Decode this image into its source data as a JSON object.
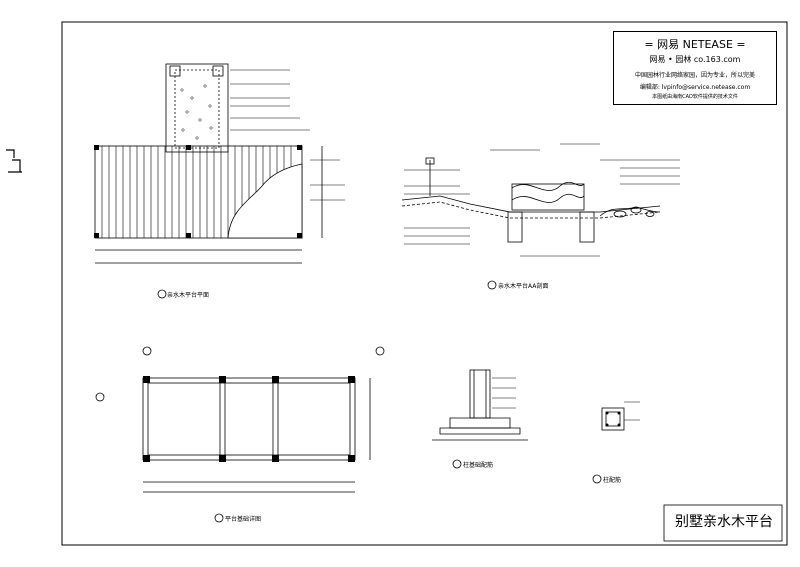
{
  "title_block": {
    "main_title": "别墅亲水木平台"
  },
  "watermark": {
    "line1": "= 网易 NETEASE =",
    "line2": "网易 • 园林    co.163.com",
    "line3": "中国园林行业网络家园，因为专业，所以完美",
    "line4": "编辑部: lvpinfo@service.netease.com",
    "line5": "本图纸由海南CAD软件提供的技术文件"
  },
  "views": [
    {
      "id": "1",
      "caption": "亲水木平台平面"
    },
    {
      "id": "2",
      "caption": "亲水木平台AA剖面"
    },
    {
      "id": "3",
      "caption": "平台基础详图"
    },
    {
      "id": "4",
      "caption": "柱基础配筋"
    },
    {
      "id": "5",
      "caption": "柱配筋"
    }
  ]
}
